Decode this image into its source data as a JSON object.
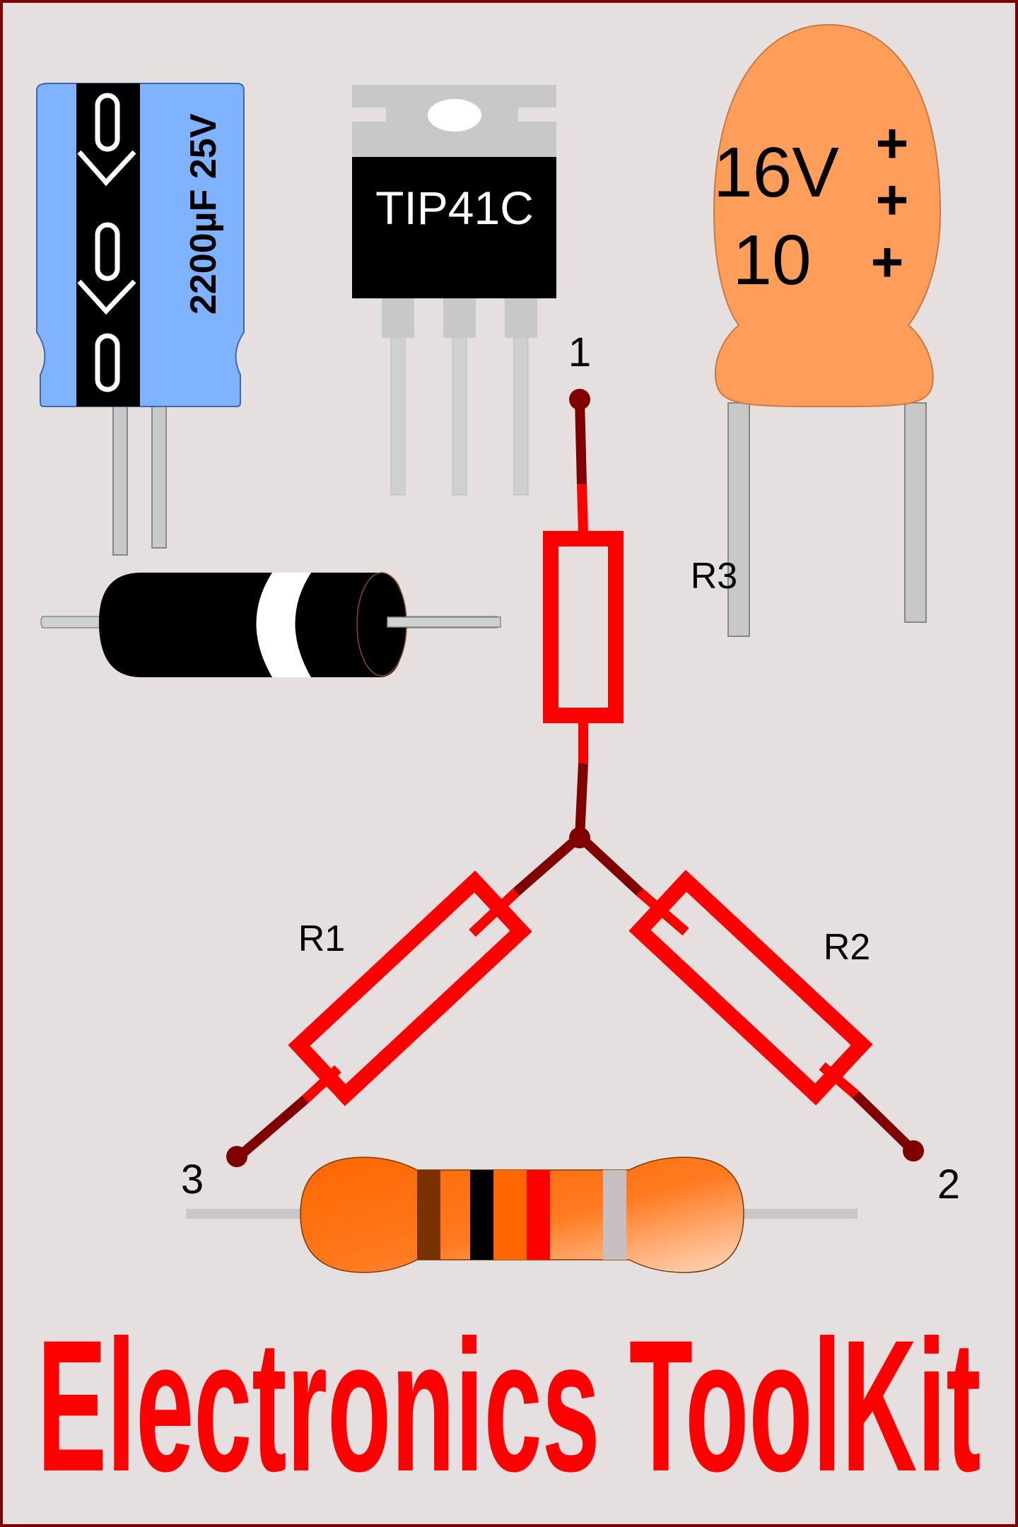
{
  "electrolytic_capacitor": {
    "label": "2200µF  25V"
  },
  "transistor": {
    "label": "TIP41C"
  },
  "ceramic_capacitor": {
    "voltage": "16V",
    "value": "10",
    "polarity_marks": [
      "+",
      "+",
      "+"
    ]
  },
  "circuit": {
    "resistor_labels": {
      "r1": "R1",
      "r2": "R2",
      "r3": "R3"
    },
    "node_labels": {
      "n1": "1",
      "n2": "2",
      "n3": "3"
    }
  },
  "resistor_bands": {
    "body_color": "#ff6600",
    "bands": [
      "#7a3200",
      "#000000",
      "#ff6600",
      "#ff0000",
      "#c8c0c0"
    ]
  },
  "title": "Electronics ToolKit",
  "colors": {
    "border": "#7a0000",
    "background": "#e5dfdf",
    "cap_blue": "#7fb2ff",
    "ceramic_orange": "#ff9e5a",
    "trace_red": "#ff0000",
    "trace_dark": "#800000",
    "title_red": "#ff0000"
  }
}
